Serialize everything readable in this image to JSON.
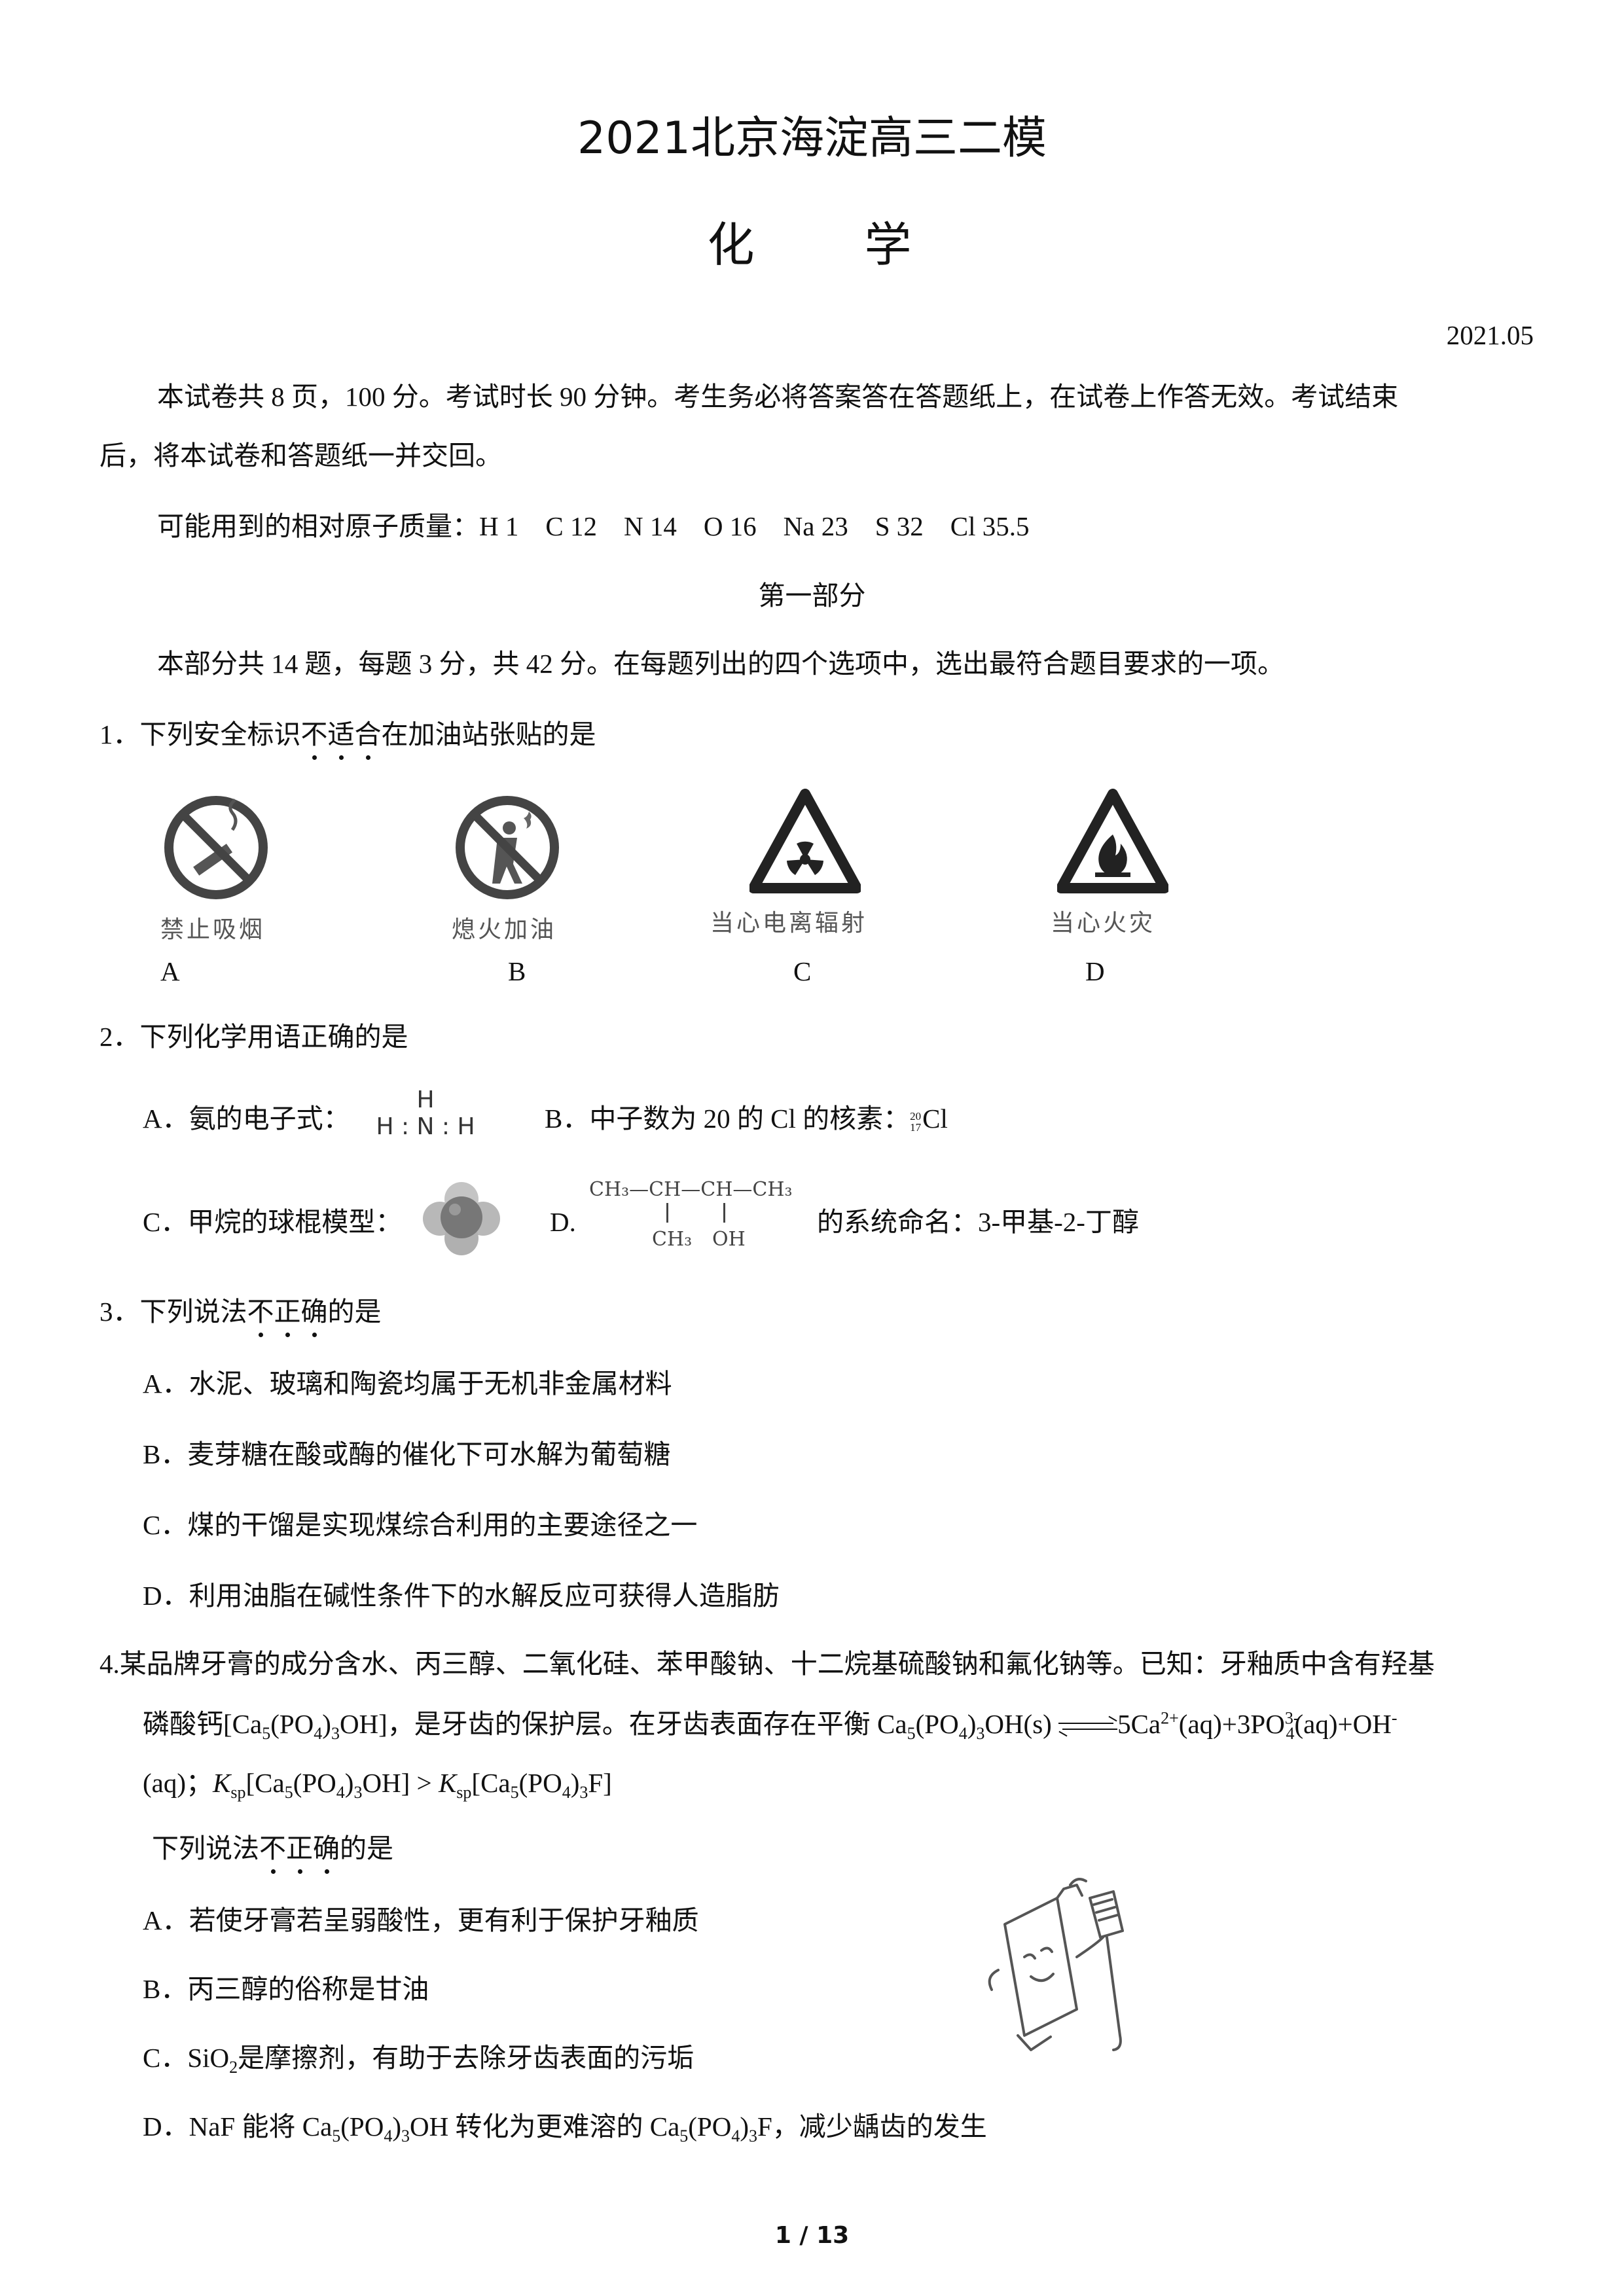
{
  "header": {
    "title": "2021北京海淀高三二模",
    "subject": "化　　学",
    "date": "2021.05"
  },
  "intro": {
    "line1": "本试卷共 8 页，100 分。考试时长 90 分钟。考生务必将答案答在答题纸上，在试卷上作答无效。考试结束",
    "line2": "后，将本试卷和答题纸一并交回。",
    "atomic_masses": "可能用到的相对原子质量：H 1　C 12　N 14　O 16　Na 23　S 32　Cl 35.5"
  },
  "section": {
    "title": "第一部分",
    "desc": "本部分共 14 题，每题 3 分，共 42 分。在每题列出的四个选项中，选出最符合题目要求的一项。"
  },
  "q1": {
    "stem_before": "1．下列安全标识",
    "stem_em": [
      "不",
      "适",
      "合"
    ],
    "stem_after": "在加油站张贴的是",
    "signs": [
      {
        "label": "禁止吸烟",
        "letter": "A",
        "icon": "no-smoking-icon"
      },
      {
        "label": "熄火加油",
        "letter": "B",
        "icon": "no-fire-refuel-icon"
      },
      {
        "label": "当心电离辐射",
        "letter": "C",
        "icon": "radiation-warning-icon"
      },
      {
        "label": "当心火灾",
        "letter": "D",
        "icon": "fire-warning-icon"
      }
    ]
  },
  "q2": {
    "stem": "2．下列化学用语正确的是",
    "a_text": "A．氨的电子式：",
    "a_formula": {
      "top": "H",
      "mid": "H : N : H"
    },
    "b_text": "B．中子数为 20 的 Cl 的核素：",
    "b_mass": "20",
    "b_atomic": "17",
    "b_symbol": "Cl",
    "c_text": "C．甲烷的球棍模型：",
    "d_text": "D.",
    "d_formula": {
      "chain": "CH₃—CH—CH—CH₃",
      "sub1": "CH₃",
      "sub2": "OH"
    },
    "d_after": "的系统命名：3-甲基-2-丁醇"
  },
  "q3": {
    "stem_before": "3．下列说法",
    "stem_em": [
      "不",
      "正",
      "确"
    ],
    "stem_after": "的是",
    "options": [
      "A．水泥、玻璃和陶瓷均属于无机非金属材料",
      "B．麦芽糖在酸或酶的催化下可水解为葡萄糖",
      "C．煤的干馏是实现煤综合利用的主要途径之一",
      "D．利用油脂在碱性条件下的水解反应可获得人造脂肪"
    ]
  },
  "q4": {
    "line1": "4.某品牌牙膏的成分含水、丙三醇、二氧化硅、苯甲酸钠、十二烷基硫酸钠和氟化钠等。已知：牙釉质中含有羟基",
    "sub_before": "下列说法",
    "sub_em": [
      "不",
      "正",
      "确"
    ],
    "sub_after": "的是",
    "options": {
      "a": "A．若使牙膏若呈弱酸性，更有利于保护牙釉质",
      "b": "B．丙三醇的俗称是甘油",
      "c_pre": "C．SiO",
      "c_post": "是摩擦剂，有助于去除牙齿表面的污垢",
      "d_pre": "D．NaF 能将 Ca",
      "d_mid1": "(PO",
      "d_mid2": ")",
      "d_mid3": "OH 转化为更难溶的 Ca",
      "d_post": "F，减少龋齿的发生"
    }
  },
  "footer": {
    "page": "1 / 13"
  }
}
